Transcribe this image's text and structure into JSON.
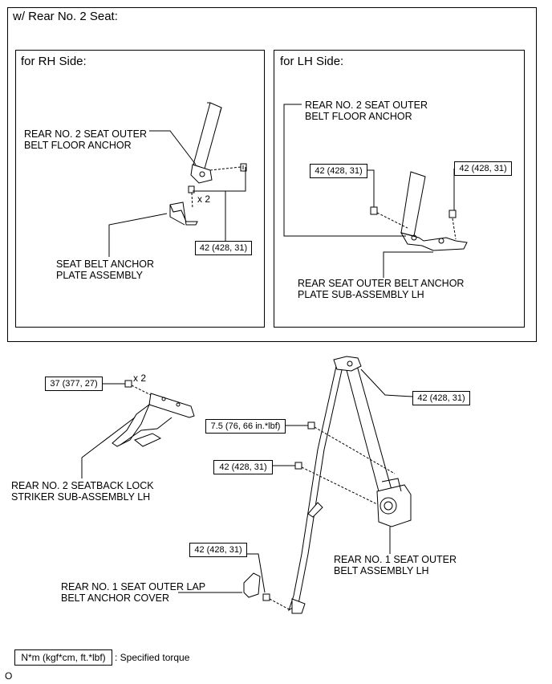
{
  "header": {
    "title": "w/ Rear No. 2 Seat:"
  },
  "panel_rh": {
    "title": "for RH Side:",
    "anchor_label_1": "REAR NO. 2 SEAT OUTER",
    "anchor_label_2": "BELT FLOOR ANCHOR",
    "qty": "x 2",
    "torque": "42 (428, 31)",
    "plate_label_1": "SEAT BELT ANCHOR",
    "plate_label_2": "PLATE ASSEMBLY"
  },
  "panel_lh": {
    "title": "for LH Side:",
    "anchor_label_1": "REAR NO. 2 SEAT OUTER",
    "anchor_label_2": "BELT FLOOR ANCHOR",
    "torque_left": "42 (428, 31)",
    "torque_right": "42 (428, 31)",
    "plate_label_1": "REAR SEAT OUTER BELT ANCHOR",
    "plate_label_2": "PLATE SUB-ASSEMBLY LH"
  },
  "lower": {
    "striker_torque": "37 (377, 27)",
    "striker_qty": "x 2",
    "striker_label_1": "REAR NO. 2 SEATBACK LOCK",
    "striker_label_2": "STRIKER SUB-ASSEMBLY LH",
    "top_anchor_torque": "42 (428, 31)",
    "retractor_small_torque": "7.5 (76, 66 in.*lbf)",
    "retractor_torque": "42 (428, 31)",
    "lap_torque": "42 (428, 31)",
    "belt_label_1": "REAR NO. 1 SEAT OUTER",
    "belt_label_2": "BELT ASSEMBLY LH",
    "cover_label_1": "REAR NO. 1 SEAT OUTER LAP",
    "cover_label_2": "BELT ANCHOR COVER"
  },
  "legend": {
    "unit_box": "N*m (kgf*cm, ft.*lbf)",
    "description": ": Specified torque"
  },
  "footer": {
    "code": "O"
  }
}
